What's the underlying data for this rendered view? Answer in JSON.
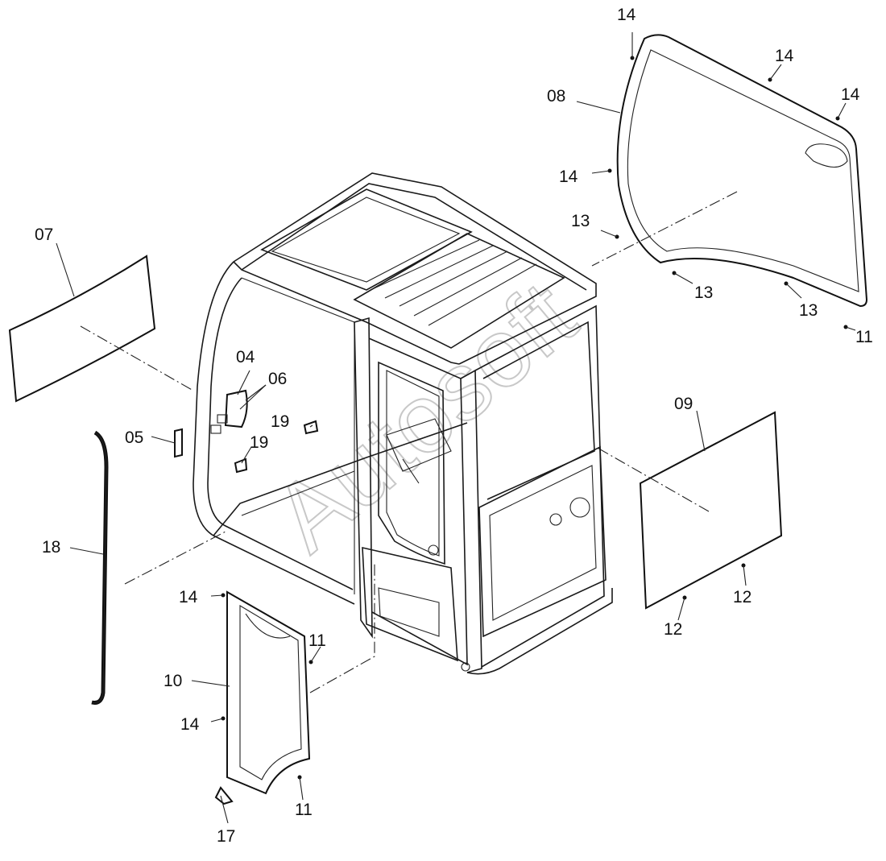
{
  "watermark": "Autosoft",
  "labels": {
    "c04": "04",
    "c05": "05",
    "c06": "06",
    "c07": "07",
    "c08": "08",
    "c09": "09",
    "c10": "10",
    "c11a": "11",
    "c11b": "11",
    "c11c": "11",
    "c12a": "12",
    "c12b": "12",
    "c13a": "13",
    "c13b": "13",
    "c13c": "13",
    "c14a": "14",
    "c14b": "14",
    "c14c": "14",
    "c14d": "14",
    "c14e": "14",
    "c14f": "14",
    "c17": "17",
    "c18": "18",
    "c19a": "19",
    "c19b": "19"
  }
}
